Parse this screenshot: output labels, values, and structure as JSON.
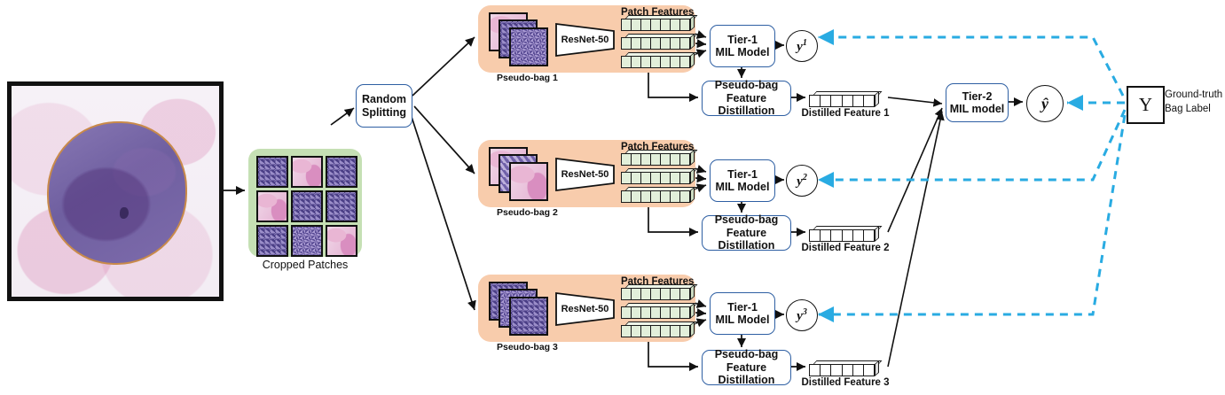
{
  "figure": {
    "type": "two-tier-mil-pipeline-diagram",
    "colors": {
      "pseudobag_panel": "#F8CCAC",
      "cropped_patches_panel": "#C5E0B4",
      "patch_feature_cell": "#E2EFDA",
      "box_border_blue": "#2E5FA3",
      "supervision_arrow_cyan": "#29ABE2",
      "arrow_black": "#111111"
    }
  },
  "wsi": {
    "name": "whole-slide-image"
  },
  "cropped_patches": {
    "label": "Cropped Patches",
    "grid_rows": 3,
    "grid_cols": 3,
    "patch_textures": [
      "dense",
      "pink",
      "dense",
      "pink",
      "dense",
      "dense",
      "dense",
      "mix",
      "pink"
    ]
  },
  "random_splitting": {
    "label": "Random\nSplitting",
    "line1": "Random",
    "line2": "Splitting"
  },
  "pseudobags": [
    {
      "label": "Pseudo-bag 1",
      "encoder": "ResNet-50",
      "patch_features_label": "Patch Features",
      "feature_rows": 3,
      "cells_per_row": 7,
      "tier1": {
        "line1": "Tier-1",
        "line2": "MIL Model"
      },
      "prediction": {
        "base": "y",
        "superscript": "1"
      },
      "distillation": {
        "line1": "Pseudo-bag",
        "line2": "Feature Distillation"
      },
      "distilled_feature": {
        "label": "Distilled Feature 1",
        "cells": 6
      }
    },
    {
      "label": "Pseudo-bag 2",
      "encoder": "ResNet-50",
      "patch_features_label": "Patch Features",
      "feature_rows": 3,
      "cells_per_row": 7,
      "tier1": {
        "line1": "Tier-1",
        "line2": "MIL Model"
      },
      "prediction": {
        "base": "y",
        "superscript": "2"
      },
      "distillation": {
        "line1": "Pseudo-bag",
        "line2": "Feature Distillation"
      },
      "distilled_feature": {
        "label": "Distilled Feature 2",
        "cells": 6
      }
    },
    {
      "label": "Pseudo-bag 3",
      "encoder": "ResNet-50",
      "patch_features_label": "Patch Features",
      "feature_rows": 3,
      "cells_per_row": 7,
      "tier1": {
        "line1": "Tier-1",
        "line2": "MIL Model"
      },
      "prediction": {
        "base": "y",
        "superscript": "3"
      },
      "distillation": {
        "line1": "Pseudo-bag",
        "line2": "Feature Distillation"
      },
      "distilled_feature": {
        "label": "Distilled Feature 3",
        "cells": 6
      }
    }
  ],
  "tier2": {
    "line1": "Tier-2",
    "line2": "MIL model"
  },
  "final_prediction": {
    "symbol": "ŷ"
  },
  "ground_truth": {
    "symbol": "Y",
    "line1": "Ground-truth",
    "line2": "Bag Label"
  }
}
